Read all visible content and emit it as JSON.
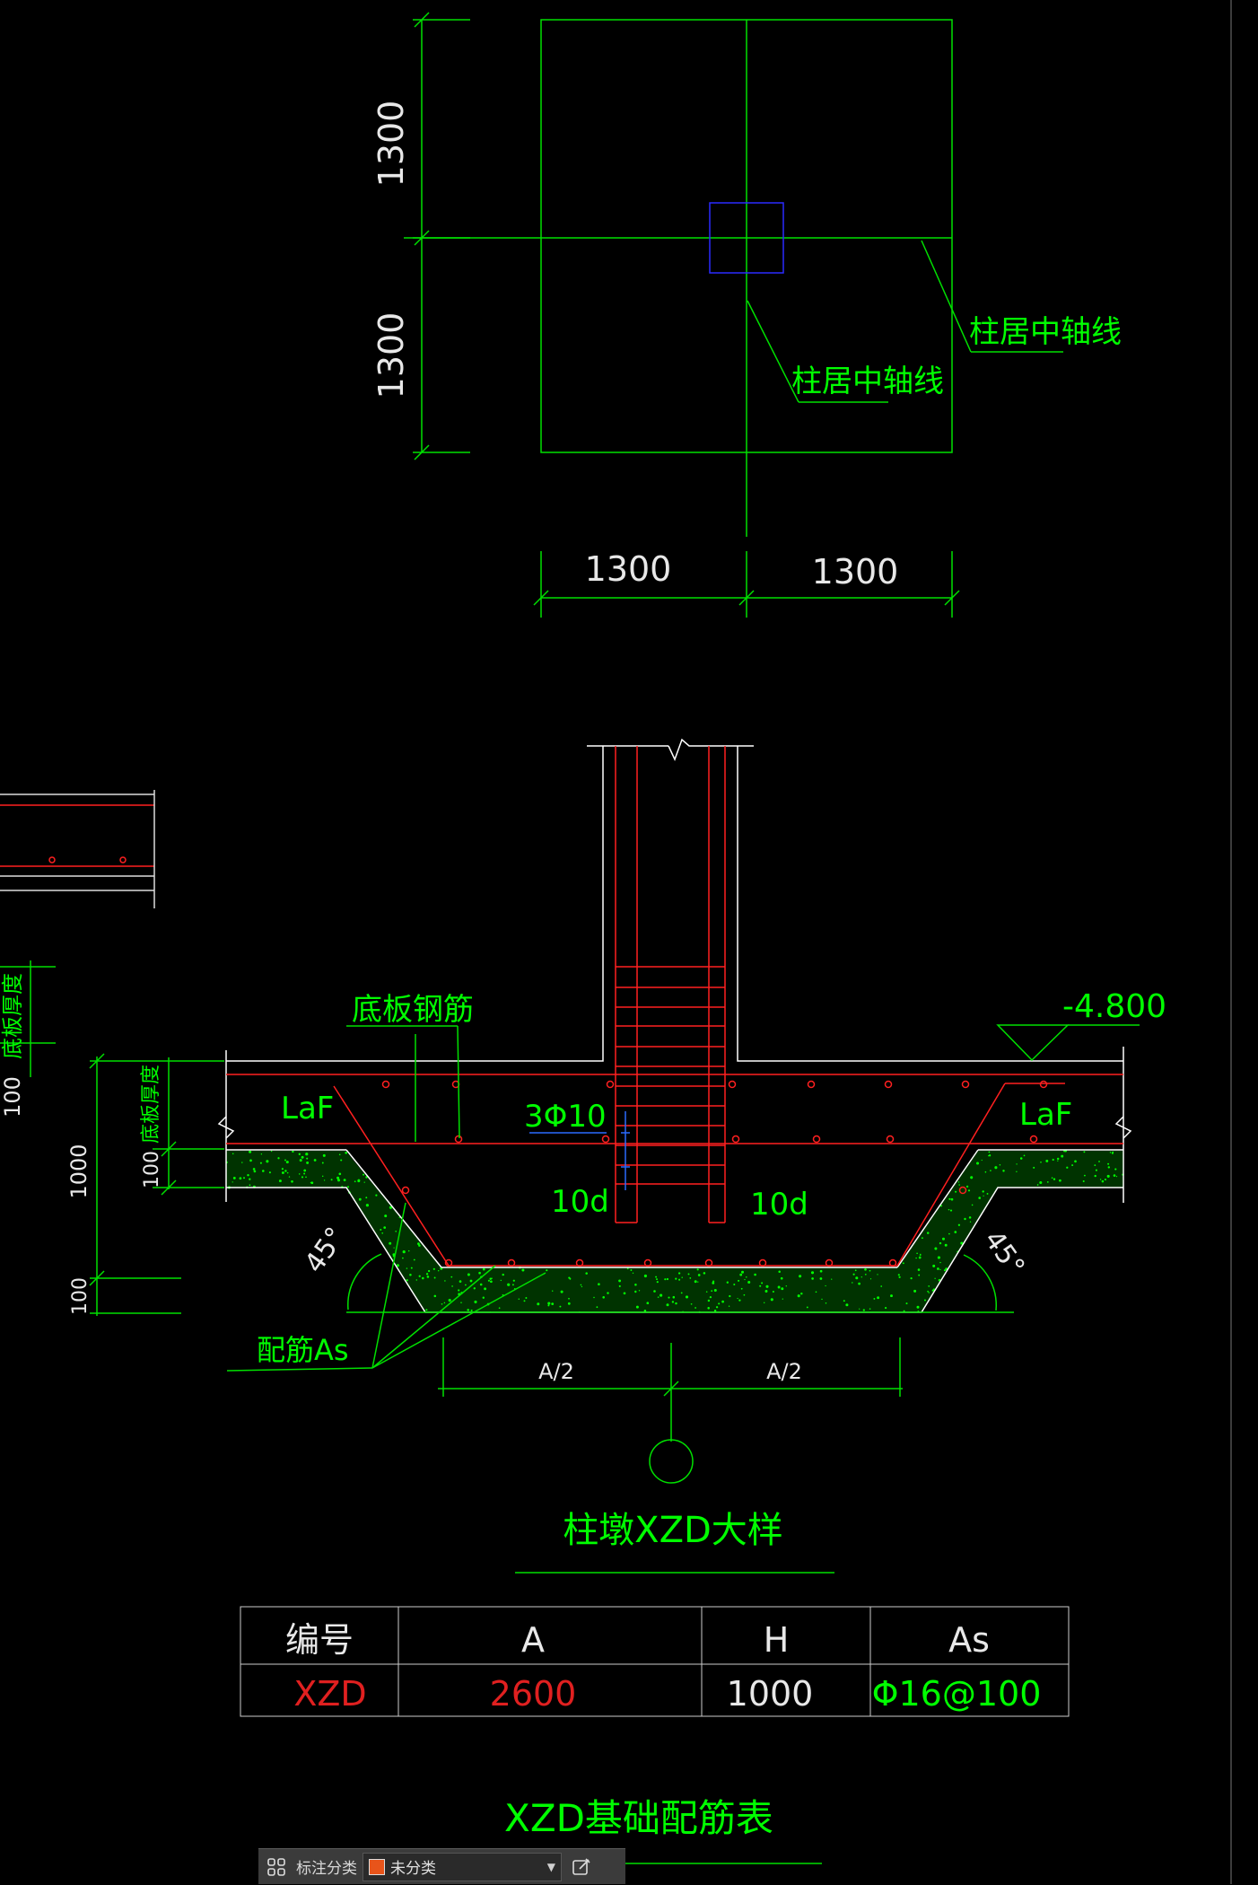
{
  "plan": {
    "dim_top": "1300",
    "dim_bottom": "1300",
    "dim_left": "1300",
    "dim_right": "1300",
    "label_axis_1": "柱居中轴线",
    "label_axis_2": "柱居中轴线"
  },
  "section": {
    "label_bottom_rebar": "底板钢筋",
    "elevation": "-4.800",
    "label_laf_left": "LaF",
    "label_laf_right": "LaF",
    "label_stirrup": "3Φ10",
    "label_10d_left": "10d",
    "label_10d_right": "10d",
    "angle_left": "45°",
    "angle_right": "45°",
    "label_as": "配筋As",
    "dim_half_left": "A/2",
    "dim_half_right": "A/2",
    "dim_1000": "1000",
    "dim_100_a": "100",
    "dim_100_b": "100",
    "label_thickness": "底板厚度",
    "edge_label_thickness": "底板厚度",
    "edge_dim_100": "100",
    "title": "柱墩XZD大样"
  },
  "table": {
    "headers": [
      "编号",
      "A",
      "H",
      "As"
    ],
    "row": [
      "XZD",
      "2600",
      "1000",
      "Φ16@100"
    ],
    "title": "XZD基础配筋表"
  },
  "toolbar": {
    "label": "标注分类",
    "selected": "未分类",
    "swatch_color": "#e8541a"
  },
  "colors": {
    "green": "#00ff00",
    "red": "#ff2020",
    "white": "#ffffff",
    "blue": "#2a2aff",
    "background": "#000000"
  }
}
